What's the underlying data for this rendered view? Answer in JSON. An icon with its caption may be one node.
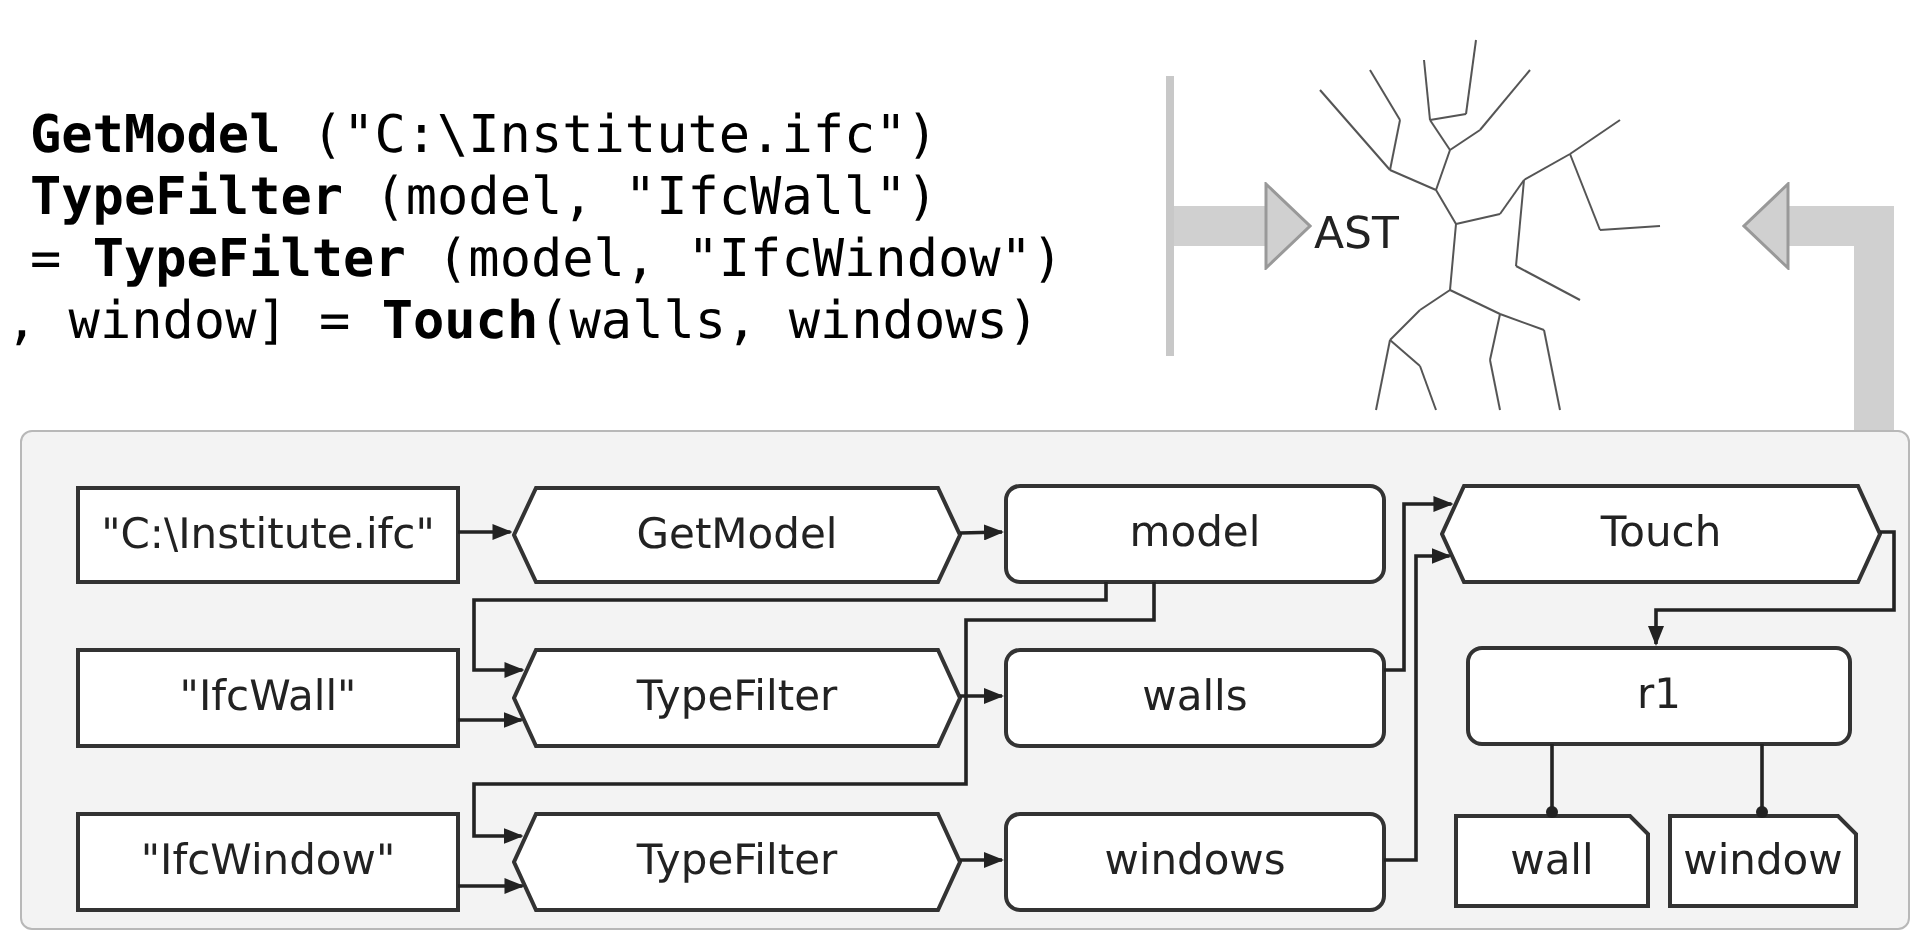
{
  "diagram": {
    "nodes": [
      {
        "text": [
          "**GetModel** (\"C:\\Institute.ifc\")",
          "**TypeFilter** (model, \"IfcWall\")",
          "= **TypeFilter** (model, \"IfcWindow\")",
          ", window] = **Touch**(walls, windows)"
        ]
      },
      {
        "text": [
          "AST"
        ]
      },
      {
        "text": [],
        "shape": "box"
      },
      {
        "text": [
          "\"C:\\Institute.ifc\""
        ],
        "in": 2
      },
      {
        "text": [
          "GetModel"
        ],
        "in": 2
      },
      {
        "text": [
          "model"
        ],
        "in": 2
      },
      {
        "text": [
          "Touch"
        ],
        "in": 2
      },
      {
        "text": [
          "\"IfcWall\""
        ],
        "in": 2
      },
      {
        "text": [
          "TypeFilter"
        ],
        "in": 2
      },
      {
        "text": [
          "walls"
        ],
        "in": 2
      },
      {
        "text": [
          "r1"
        ],
        "in": 2
      },
      {
        "text": [
          "\"IfcWindow\""
        ],
        "in": 2
      },
      {
        "text": [
          "TypeFilter"
        ],
        "in": 2
      },
      {
        "text": [
          "windows"
        ],
        "in": 2
      },
      {
        "text": [
          "wall"
        ],
        "in": 2
      },
      {
        "text": [
          "window"
        ],
        "in": 2
      }
    ],
    "edges": [
      {
        "from": 0,
        "to": 1,
        "arrow": "to",
        "style": "thick",
        "color": "#d0d0d0"
      },
      {
        "from": 2,
        "to": 1,
        "arrow": "to",
        "style": "thick",
        "color": "#d0d0d0"
      },
      {
        "from": 3,
        "to": 4,
        "arrow": "to"
      },
      {
        "from": 4,
        "to": 5,
        "arrow": "to"
      },
      {
        "from": 5,
        "to": 8,
        "arrow": "to"
      },
      {
        "from": 7,
        "to": 8,
        "arrow": "to"
      },
      {
        "from": 8,
        "to": 9,
        "arrow": "to"
      },
      {
        "from": 5,
        "to": 12,
        "arrow": "to"
      },
      {
        "from": 11,
        "to": 12,
        "arrow": "to"
      },
      {
        "from": 12,
        "to": 13,
        "arrow": "to"
      },
      {
        "from": 9,
        "to": 6,
        "arrow": "to"
      },
      {
        "from": 13,
        "to": 6,
        "arrow": "to"
      },
      {
        "from": 6,
        "to": 10,
        "arrow": "to"
      },
      {
        "from": 10,
        "to": 14,
        "arrow": "other"
      },
      {
        "from": 10,
        "to": 15,
        "arrow": "other"
      }
    ]
  }
}
